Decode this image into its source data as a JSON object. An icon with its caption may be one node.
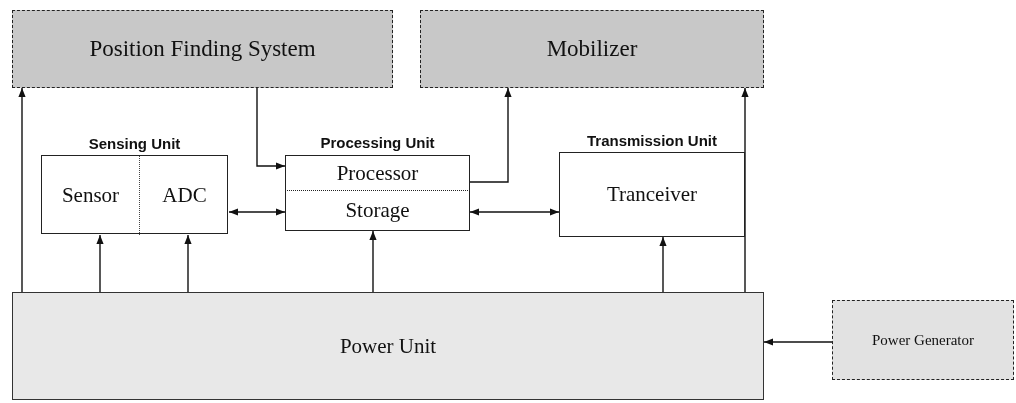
{
  "diagram": {
    "nodes": [
      {
        "text": [
          "Position Finding System"
        ]
      },
      {
        "text": [
          "Mobilizer"
        ]
      },
      {
        "text": [
          "Sensing Unit"
        ]
      },
      {
        "text": [
          "Sensor"
        ],
        "in": 2
      },
      {
        "text": [
          "ADC"
        ],
        "in": 2
      },
      {
        "text": [
          "Processing Unit"
        ]
      },
      {
        "text": [
          "Processor"
        ],
        "in": 5
      },
      {
        "text": [
          "Storage"
        ],
        "in": 5
      },
      {
        "text": [
          "Transmission Unit",
          "Tranceiver"
        ]
      },
      {
        "text": [
          "Power Unit"
        ]
      },
      {
        "text": [
          "Power Generator"
        ]
      }
    ],
    "edges": [
      {
        "from": 9,
        "to": 0,
        "arrow": "to"
      },
      {
        "from": 9,
        "to": 3,
        "arrow": "to"
      },
      {
        "from": 9,
        "to": 4,
        "arrow": "to"
      },
      {
        "from": 9,
        "to": 7,
        "arrow": "to"
      },
      {
        "from": 9,
        "to": 8,
        "arrow": "to"
      },
      {
        "from": 9,
        "to": 1,
        "arrow": "to"
      },
      {
        "from": 0,
        "to": 6,
        "arrow": "to"
      },
      {
        "from": 6,
        "to": 1,
        "arrow": "to"
      },
      {
        "from": 4,
        "to": 7,
        "arrow": "both"
      },
      {
        "from": 7,
        "to": 8,
        "arrow": "both"
      },
      {
        "from": 10,
        "to": 9,
        "arrow": "to"
      }
    ]
  }
}
